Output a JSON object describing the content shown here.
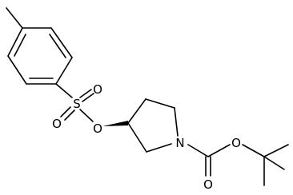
{
  "molecule": {
    "atom_labels": {
      "s": "S",
      "o_sulfonyl_upper": "O",
      "o_sulfonyl_lower": "O",
      "o_ester": "O",
      "n": "N",
      "o_carbonyl": "O",
      "o_tbu": "O"
    },
    "colors": {
      "bond": "#000000",
      "label": "#000000",
      "background": "#ffffff"
    }
  }
}
